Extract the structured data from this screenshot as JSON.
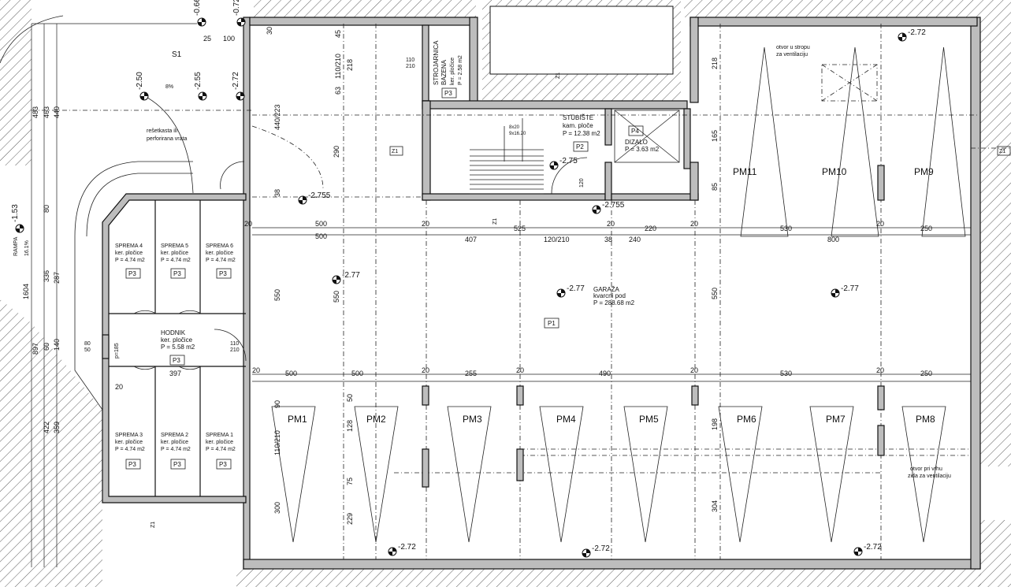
{
  "rooms": {
    "garaza": {
      "name": "GARAŽA",
      "floor": "kvarcni pod",
      "area": "P = 288.68 m2",
      "tag": "P1"
    },
    "stubiste": {
      "name": "STUBIŠTE",
      "floor": "kam. ploče",
      "area": "P = 12.38 m2",
      "tag": "P2",
      "note1": "8x20",
      "note2": "9x16.20"
    },
    "dizalo": {
      "name": "DIZALO",
      "area": "P = 3.63 m2",
      "tag": "P4"
    },
    "strojarnica": {
      "name1": "STROJARNICA",
      "name2": "BAZENA",
      "floor": "ker. pločice",
      "area": "P = 2.58 m2",
      "tag": "P3"
    },
    "hodnik": {
      "name": "HODNIK",
      "floor": "ker. pločice",
      "area": "P = 5.58 m2",
      "tag": "P3"
    },
    "spreme_top": [
      {
        "name": "SPREMA 4",
        "floor": "ker. pločice",
        "area": "P = 4.74 m2",
        "tag": "P3"
      },
      {
        "name": "SPREMA 5",
        "floor": "ker. pločice",
        "area": "P = 4.74 m2",
        "tag": "P3"
      },
      {
        "name": "SPREMA 6",
        "floor": "ker. pločice",
        "area": "P = 4.74 m2",
        "tag": "P3"
      }
    ],
    "spreme_bottom": [
      {
        "name": "SPREMA 3",
        "floor": "ker. pločice",
        "area": "P = 4.74 m2",
        "tag": "P3"
      },
      {
        "name": "SPREMA 2",
        "floor": "ker. pločice",
        "area": "P = 4.74 m2",
        "tag": "P3"
      },
      {
        "name": "SPREMA 1",
        "floor": "ker. pločice",
        "area": "P = 4.74 m2",
        "tag": "P3"
      }
    ]
  },
  "parking_top": [
    "PM11",
    "PM10",
    "PM9"
  ],
  "parking_bottom": [
    "PM1",
    "PM2",
    "PM3",
    "PM4",
    "PM5",
    "PM6",
    "PM7",
    "PM8"
  ],
  "notes": {
    "vent_ceiling_1": "otvor u stropu",
    "vent_ceiling_2": "za ventilaciju",
    "vent_wall_1": "otvor pri vrhu",
    "vent_wall_2": "zida za ventilaciju",
    "grate_1": "rešetkasta ili",
    "grate_2": "perforirana vrata",
    "ramp": "RAMPA",
    "ramp_pct": "16.1%",
    "slope": "8%",
    "s1": "S1",
    "z1": "Z1",
    "door_p185": "p=185"
  },
  "levels": {
    "l272": "-2.72",
    "l275": "-2.75",
    "l2755": "-2.755",
    "l277": "-2.77",
    "l250": "-2.50",
    "l255": "-2.55",
    "l153": "-1.53",
    "l066": "-0.66",
    "l072": "-0.72"
  },
  "dims": {
    "top_row": [
      "500",
      "500",
      "407",
      "525",
      "120/210",
      "38",
      "240",
      "220",
      "530",
      "800",
      "250"
    ],
    "mid_row": [
      "500",
      "500",
      "255",
      "490",
      "530",
      "250",
      "397"
    ],
    "twenty": "20",
    "h550": "550",
    "h300": "300",
    "h304": "304",
    "h198": "198",
    "h218": "218",
    "h440": "440",
    "h290": "290",
    "h165": "165",
    "h85": "85",
    "h80": "80",
    "h50": "50",
    "h128": "128",
    "h75": "75",
    "h229": "229",
    "h90": "90",
    "h60": "60",
    "h140": "140",
    "h287": "287",
    "h336": "336",
    "h1604": "1604",
    "h483": "483",
    "h463": "463",
    "h422": "422",
    "h359": "359",
    "h897": "897",
    "h25": "25",
    "h100": "100",
    "h30": "30",
    "h38": "38",
    "h63": "63",
    "h45": "45",
    "door_110_210": "110/210",
    "door_110": "110",
    "door_210": "210",
    "door_440_223": "440/223",
    "door_120": "120",
    "door_80": "80",
    "door_50": "50"
  }
}
